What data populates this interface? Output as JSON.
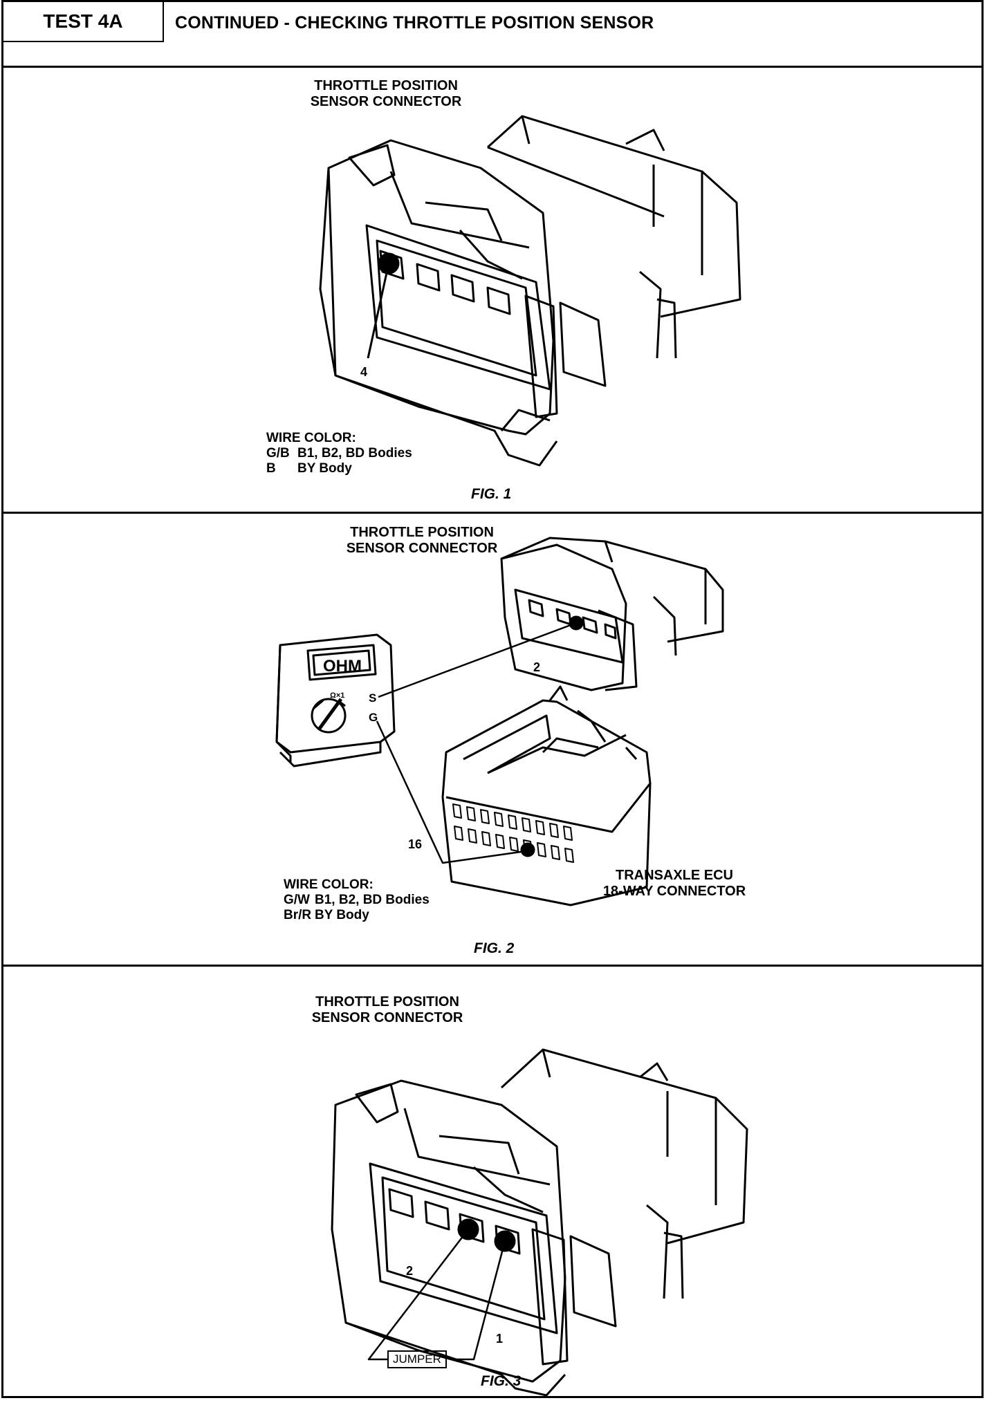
{
  "header": {
    "test_label": "TEST 4A",
    "title": "CONTINUED - CHECKING THROTTLE POSITION SENSOR"
  },
  "fig1": {
    "connector_label_line1": "THROTTLE POSITION",
    "connector_label_line2": "SENSOR CONNECTOR",
    "pin": "4",
    "wire_color_heading": "WIRE COLOR:",
    "wire_rows": [
      {
        "code": "G/B",
        "bodies": "B1, B2, BD Bodies"
      },
      {
        "code": "B",
        "bodies": "BY Body"
      }
    ],
    "caption": "FIG. 1"
  },
  "fig2": {
    "connector_label_line1": "THROTTLE POSITION",
    "connector_label_line2": "SENSOR CONNECTOR",
    "meter_display": "OHM",
    "meter_range": "Ω×1",
    "terminal_s": "S",
    "terminal_g": "G",
    "pin_sensor": "2",
    "pin_ecu": "16",
    "ecu_label_line1": "TRANSAXLE ECU",
    "ecu_label_line2": "18-WAY CONNECTOR",
    "wire_color_heading": "WIRE COLOR:",
    "wire_rows": [
      {
        "code": "G/W",
        "bodies": "B1, B2, BD Bodies"
      },
      {
        "code": "Br/R",
        "bodies": "BY Body"
      }
    ],
    "caption": "FIG. 2"
  },
  "fig3": {
    "connector_label_line1": "THROTTLE POSITION",
    "connector_label_line2": "SENSOR CONNECTOR",
    "pin_a": "2",
    "pin_b": "1",
    "jumper_label": "JUMPER",
    "caption": "FIG. 3"
  }
}
